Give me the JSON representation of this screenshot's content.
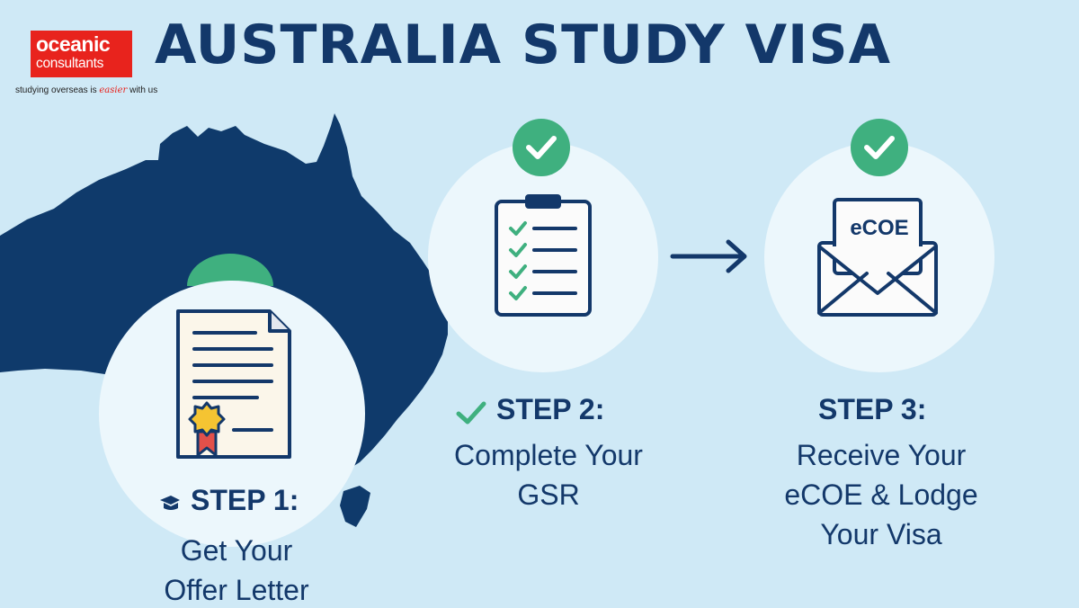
{
  "brand": {
    "line1": "oceanic",
    "line2": "consultants",
    "tagline_pre": "studying overseas is ",
    "tagline_emph": "easier",
    "tagline_post": " with us",
    "color": "#e8231d"
  },
  "title": "AUSTRALIA STUDY VISA",
  "colors": {
    "navy": "#13386a",
    "green": "#3fb07f",
    "background": "#cfe9f6",
    "circle": "#ecf7fc"
  },
  "steps": [
    {
      "label": "STEP 1:",
      "desc_line1": "Get Your",
      "desc_line2": "Offer Letter",
      "icon": "offer-letter-certificate-icon",
      "marker_icon": "graduation-cap-icon"
    },
    {
      "label": "STEP 2:",
      "desc_line1": "Complete Your",
      "desc_line2": "GSR",
      "icon": "clipboard-checklist-icon",
      "marker_icon": "check-icon"
    },
    {
      "label": "STEP 3:",
      "desc_line1": "Receive Your",
      "desc_line2": "eCOE & Lodge",
      "desc_line3": "Your Visa",
      "icon": "envelope-ecoe-icon"
    }
  ],
  "envelope_text": "eCOE"
}
